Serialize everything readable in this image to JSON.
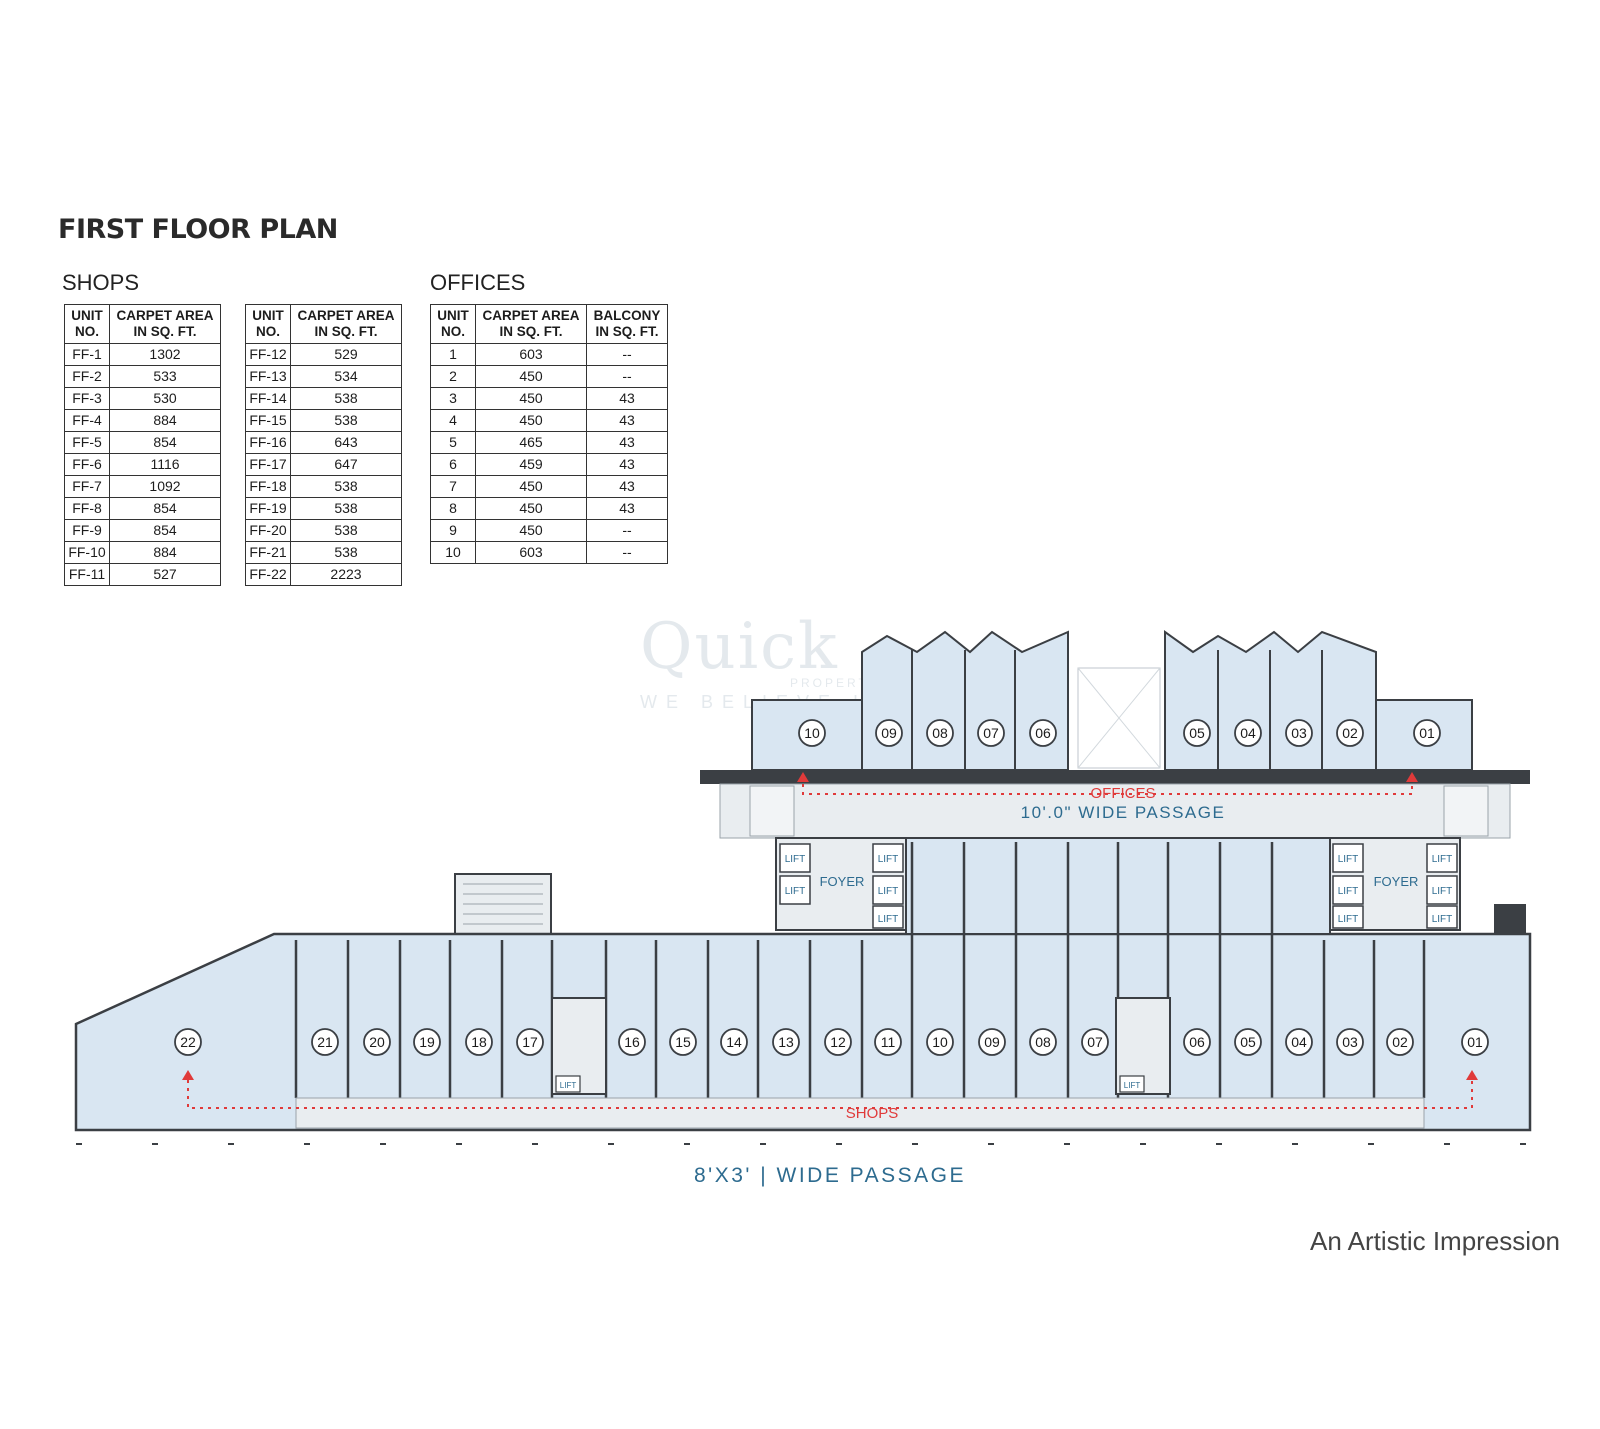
{
  "title": "FIRST FLOOR PLAN",
  "shops": {
    "heading": "SHOPS",
    "col_unit": "UNIT NO.",
    "col_area": "CARPET AREA IN SQ. FT.",
    "table_a": [
      [
        "FF-1",
        "1302"
      ],
      [
        "FF-2",
        "533"
      ],
      [
        "FF-3",
        "530"
      ],
      [
        "FF-4",
        "884"
      ],
      [
        "FF-5",
        "854"
      ],
      [
        "FF-6",
        "1116"
      ],
      [
        "FF-7",
        "1092"
      ],
      [
        "FF-8",
        "854"
      ],
      [
        "FF-9",
        "854"
      ],
      [
        "FF-10",
        "884"
      ],
      [
        "FF-11",
        "527"
      ]
    ],
    "table_b": [
      [
        "FF-12",
        "529"
      ],
      [
        "FF-13",
        "534"
      ],
      [
        "FF-14",
        "538"
      ],
      [
        "FF-15",
        "538"
      ],
      [
        "FF-16",
        "643"
      ],
      [
        "FF-17",
        "647"
      ],
      [
        "FF-18",
        "538"
      ],
      [
        "FF-19",
        "538"
      ],
      [
        "FF-20",
        "538"
      ],
      [
        "FF-21",
        "538"
      ],
      [
        "FF-22",
        "2223"
      ]
    ]
  },
  "offices": {
    "heading": "OFFICES",
    "col_unit": "UNIT NO.",
    "col_area": "CARPET AREA IN SQ. FT.",
    "col_balcony": "BALCONY IN SQ. FT.",
    "rows": [
      [
        "1",
        "603",
        "--"
      ],
      [
        "2",
        "450",
        "--"
      ],
      [
        "3",
        "450",
        "43"
      ],
      [
        "4",
        "450",
        "43"
      ],
      [
        "5",
        "465",
        "43"
      ],
      [
        "6",
        "459",
        "43"
      ],
      [
        "7",
        "450",
        "43"
      ],
      [
        "8",
        "450",
        "43"
      ],
      [
        "9",
        "450",
        "--"
      ],
      [
        "10",
        "603",
        "--"
      ]
    ]
  },
  "plan": {
    "offices_label": "OFFICES",
    "upper_passage_label": "10'.0\" WIDE PASSAGE",
    "foyer_label": "FOYER",
    "lift_label": "LIFT",
    "shops_label": "SHOPS",
    "office_units_left": [
      "10",
      "09",
      "08",
      "07",
      "06"
    ],
    "office_units_right": [
      "05",
      "04",
      "03",
      "02",
      "01"
    ],
    "shop_units": [
      "22",
      "21",
      "20",
      "19",
      "18",
      "17",
      "16",
      "15",
      "14",
      "13",
      "12",
      "11",
      "10",
      "09",
      "08",
      "07",
      "06",
      "05",
      "04",
      "03",
      "02",
      "01"
    ]
  },
  "bottom_passage_label": "8'X3' | WIDE PASSAGE",
  "footer_note": "An Artistic Impression",
  "watermark": {
    "logo": "Quick",
    "tagline": "PROPERTY SOLUTIONS",
    "slogan": "WE BELIEVE IN"
  },
  "colors": {
    "unit_fill": "#d9e6f2",
    "wall": "#3b3f44",
    "route": "#e03a3a",
    "passage_text": "#2d6b8f"
  }
}
